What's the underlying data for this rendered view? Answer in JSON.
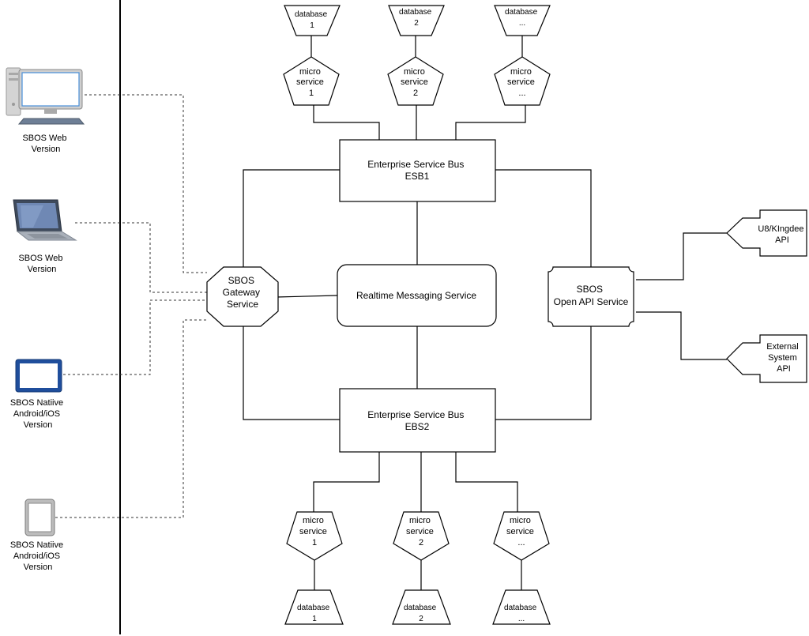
{
  "clients": {
    "desktop_label": [
      "SBOS Web",
      "Version"
    ],
    "laptop_label": [
      "SBOS Web",
      "Version"
    ],
    "tablet_label": [
      "SBOS Natiive",
      "Android/iOS",
      "Version"
    ],
    "phone_label": [
      "SBOS Natiive",
      "Android/iOS",
      "Version"
    ]
  },
  "esb1": [
    "Enterprise Service Bus",
    "ESB1"
  ],
  "esb2": [
    "Enterprise Service Bus",
    "EBS2"
  ],
  "gateway": [
    "SBOS",
    "Gateway",
    "Service"
  ],
  "messaging": "Realtime Messaging Service",
  "openapi": [
    "SBOS",
    "Open API Service"
  ],
  "external": {
    "kingdee": [
      "U8/KIngdee",
      "API"
    ],
    "system": [
      "External",
      "System",
      "API"
    ]
  },
  "top_microservices": [
    {
      "service": [
        "micro",
        "service",
        "1"
      ],
      "database": [
        "database",
        "1"
      ]
    },
    {
      "service": [
        "micro",
        "service",
        "2"
      ],
      "database": [
        "database",
        "2"
      ]
    },
    {
      "service": [
        "micro",
        "service",
        "..."
      ],
      "database": [
        "database",
        "..."
      ]
    }
  ],
  "bottom_microservices": [
    {
      "service": [
        "micro",
        "service",
        "1"
      ],
      "database": [
        "database",
        "1"
      ]
    },
    {
      "service": [
        "micro",
        "service",
        "2"
      ],
      "database": [
        "database",
        "2"
      ]
    },
    {
      "service": [
        "micro",
        "service",
        "..."
      ],
      "database": [
        "database",
        "..."
      ]
    }
  ]
}
